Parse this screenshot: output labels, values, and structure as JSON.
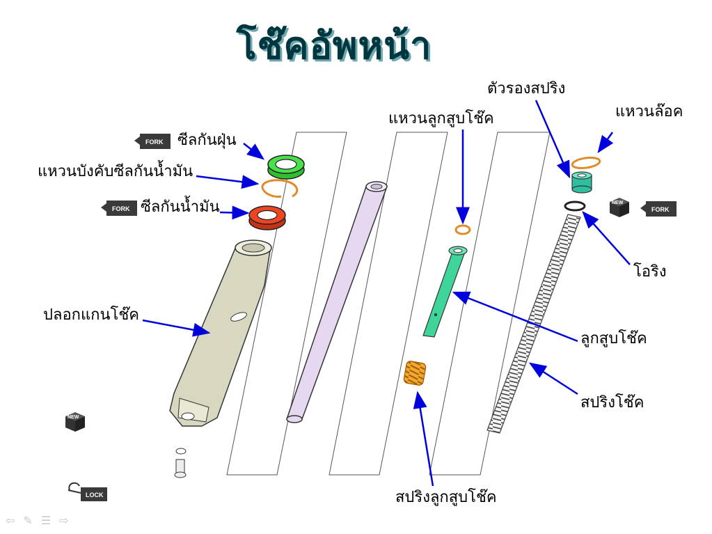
{
  "title": "โช๊คอัพหน้า",
  "labels": {
    "dust_seal": "ซีลกันฝุ่น",
    "oil_seal_clip": "แหวนบังคับซีลกันน้ำมัน",
    "oil_seal": "ซีลกันน้ำมัน",
    "fork_slider": "ปลอกแกนโช๊ค",
    "piston_ring": "แหวนลูกสูบโช๊ค",
    "spring_seat": "ตัวรองสปริง",
    "stopper_ring": "แหวนล๊อค",
    "o_ring": "โอริง",
    "fork_piston": "ลูกสูบโช๊ค",
    "fork_spring": "สปริงโช๊ค",
    "rebound_spring": "สปริงลูกสูบโช๊ค"
  },
  "tags": {
    "fork": "FORK",
    "new": "NEW",
    "lock": "LOCK"
  },
  "icons": {
    "fork_tag": "fork-oil-tag-icon",
    "new_tag": "new-part-box-icon",
    "lock_tag": "locking-agent-icon",
    "prev": "arrow-left-icon",
    "pen": "pen-icon",
    "menu": "menu-icon",
    "next": "arrow-right-icon"
  },
  "colors": {
    "title": "#00373f",
    "arrow": "#0000dd",
    "dust_seal": "#4be04b",
    "oil_seal": "#ee4422",
    "clip": "#e08a2a",
    "slider": "#d8d8c0",
    "tube": "#e6d8f0",
    "piston": "#3fd49a",
    "rebound_spring": "#e8a020"
  },
  "nav": {
    "prev": "⇦",
    "pen": "✎",
    "menu": "☰",
    "next": "⇨"
  }
}
